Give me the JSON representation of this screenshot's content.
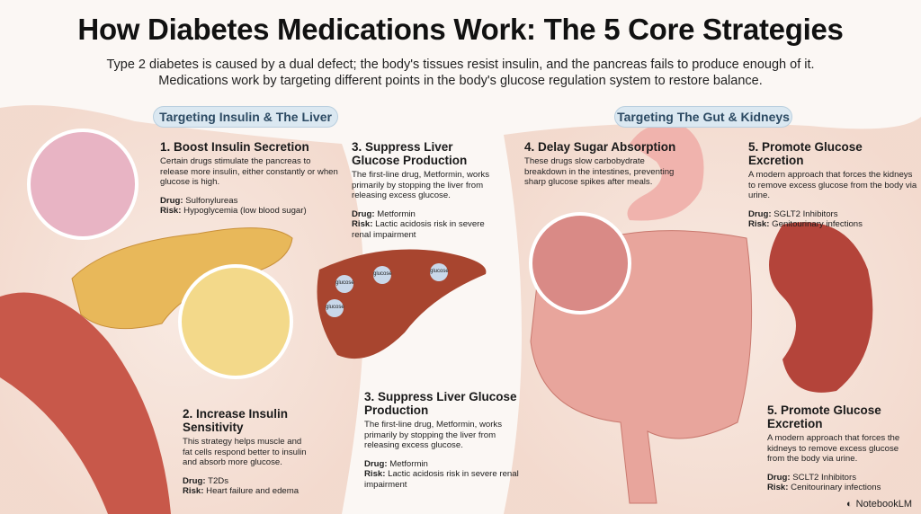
{
  "title": "How Diabetes Medications Work: The 5 Core Strategies",
  "subtitle": [
    "Type 2 diabetes is caused by a dual defect; the body's tissues resist insulin, and the pancreas fails to produce enough of it.",
    "Medications work by targeting different points in the body's glucose regulation system to restore balance."
  ],
  "sections": {
    "left": "Targeting Insulin & The Liver",
    "right": "Targeting The Gut & Kidneys"
  },
  "blocks": [
    {
      "heading": "1. Boost Insulin Secretion",
      "body": "Certain drugs stimulate the pancreas to release more insulin, either constantly or when glucose is high.",
      "drug_label": "Drug:",
      "drug": "Sulfonylureas",
      "risk_label": "Risk:",
      "risk": "Hypoglycemia (low blood sugar)"
    },
    {
      "heading": "3. Suppress Liver Glucose Production",
      "body": "The first-line drug, Metformin, works primarily by stopping the liver from releasing excess glucose.",
      "drug_label": "Drug:",
      "drug": "Metformin",
      "risk_label": "Risk:",
      "risk": "Lactic acidosis risk in severe renal impairment"
    },
    {
      "heading": "4. Delay Sugar Absorption",
      "body": "These drugs slow carbobydrate breakdown in the intestines, preventing sharp glucose spikes after meals."
    },
    {
      "heading": "5. Promote Glucose Excretion",
      "body": "A modern approach that forces the kidneys to remove excess glucose from the body via urine.",
      "drug_label": "Drug:",
      "drug": "SGLT2 Inhibitors",
      "risk_label": "Risk:",
      "risk": "Genitourinary infections"
    },
    {
      "heading": "2. Increase Insulin Sensitivity",
      "body": "This strategy helps muscle and fat cells respond better to insulin and absorb more glucose.",
      "drug_label": "Drug:",
      "drug": "T2Ds",
      "risk_label": "Risk:",
      "risk": "Heart failure and edema"
    },
    {
      "heading": "3. Suppress Liver Glucose Production",
      "body": "The first-line drug, Metformin, works primarily by stopping the liver from releasing excess glucose.",
      "drug_label": "Drug:",
      "drug": "Metformin",
      "risk_label": "Risk:",
      "risk": "Lactic acidosis risk in severe renal impairment"
    },
    {
      "heading": "5. Promote Glucose Excretion",
      "body": "A modern approach that forces the kidneys to remove excess glucose from the body via urine.",
      "drug_label": "Drug:",
      "drug": "SCLT2 Inhibitors",
      "risk_label": "Risk:",
      "risk": "Cenitourinary infections"
    }
  ],
  "liver_labels": [
    "glucose",
    "glucose",
    "glucose",
    "glucose"
  ],
  "branding": "NotebookLM",
  "colors": {
    "pill": "#dbe8f1",
    "skin": "#f3d9cc",
    "pancreas": "#e8b85a",
    "liver": "#a8452f",
    "stomach": "#f0b3ad",
    "intestine": "#e8a59c",
    "kidney": "#b4443a",
    "glucose": "#8a5ac8"
  }
}
